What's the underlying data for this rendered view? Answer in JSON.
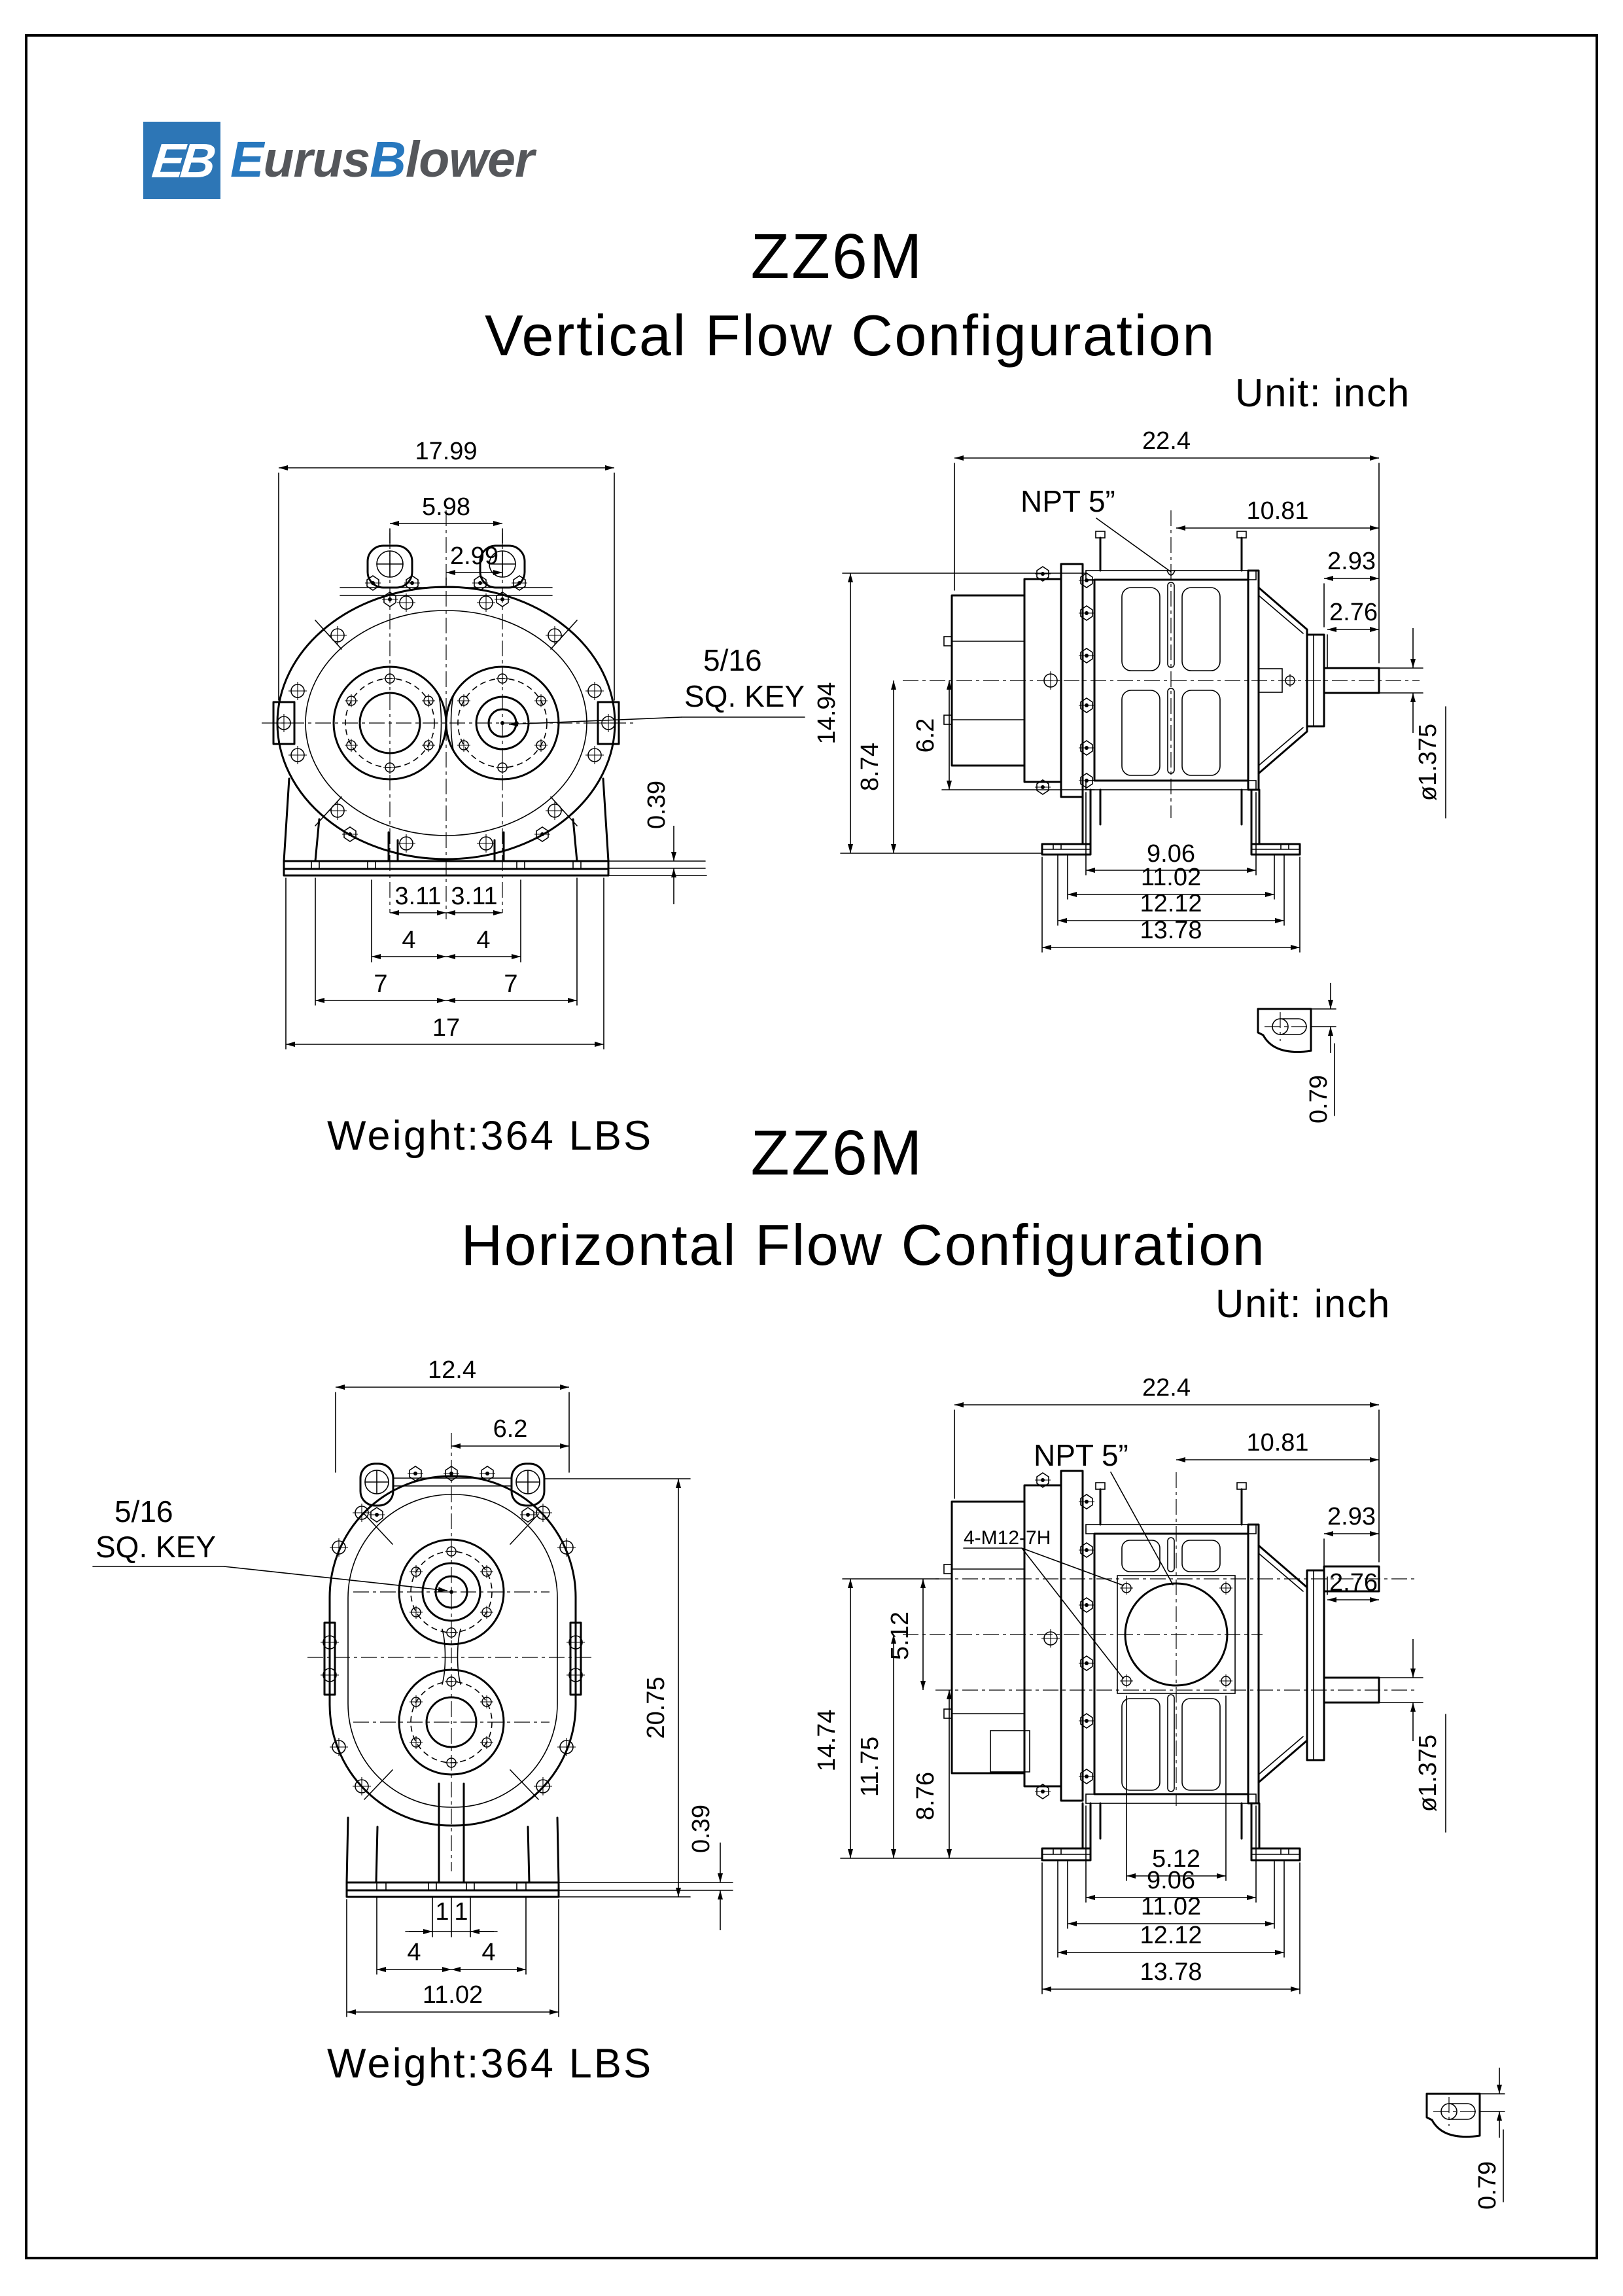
{
  "page": {
    "bg": "#ffffff",
    "border_color": "#000000",
    "line_color": "#000000"
  },
  "logo": {
    "mark": "EB",
    "square_color": "#2d76b6",
    "blue": "#2878be",
    "gray": "#55575b",
    "name": {
      "p1": "E",
      "p2": "urus",
      "p3": "B",
      "p4": "lower"
    }
  },
  "sections": [
    {
      "model": "ZZ6M",
      "title": "Vertical Flow Configuration",
      "unit": "Unit: inch",
      "weight": "Weight:364 LBS",
      "front": {
        "overall": "17.99",
        "centers": "5.98",
        "half": "2.99",
        "key1": "5/16",
        "key2": "SQ. KEY",
        "plate": "0.39",
        "c1": "3.11",
        "c2": "3.11",
        "f1": "4",
        "f2": "4",
        "g1": "7",
        "g2": "7",
        "base": "17"
      },
      "side": {
        "overall": "22.4",
        "port": "NPT 5”",
        "d1": "10.81",
        "d2": "2.93",
        "d3": "2.76",
        "h1": "14.94",
        "h2": "8.74",
        "h3": "6.2",
        "shaft": "ø1.375",
        "b1": "9.06",
        "b2": "11.02",
        "b3": "12.12",
        "b4": "13.78"
      },
      "detail": {
        "t": "0.79"
      }
    },
    {
      "model": "ZZ6M",
      "title": "Horizontal Flow Configuration",
      "unit": "Unit: inch",
      "weight": "Weight:364 LBS",
      "front": {
        "overall": "12.4",
        "half": "6.2",
        "key1": "5/16",
        "key2": "SQ. KEY",
        "height": "20.75",
        "plate": "0.39",
        "c1": "1",
        "c2": "1",
        "f1": "4",
        "f2": "4",
        "base": "11.02"
      },
      "side": {
        "overall": "22.4",
        "port": "NPT 5”",
        "bolts": "4-M12-7H",
        "d1": "10.81",
        "d2": "2.93",
        "d3": "2.76",
        "h1": "14.74",
        "h2": "11.75",
        "h3": "8.76",
        "h4": "5.12",
        "shaft": "ø1.375",
        "b0": "5.12",
        "b1": "9.06",
        "b2": "11.02",
        "b3": "12.12",
        "b4": "13.78"
      },
      "detail": {
        "t": "0.79"
      }
    }
  ]
}
